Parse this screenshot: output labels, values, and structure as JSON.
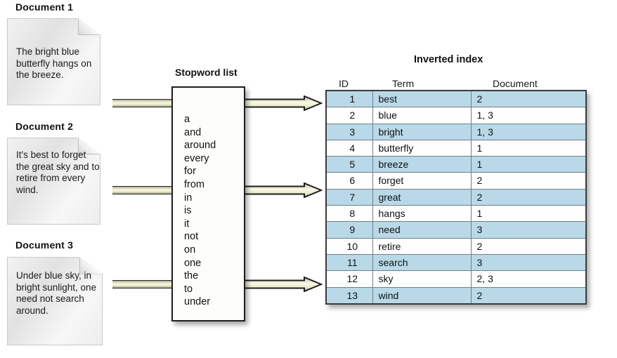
{
  "documents": [
    {
      "title": "Document 1",
      "text": "The bright blue butterfly hangs on the breeze."
    },
    {
      "title": "Document 2",
      "text": "It's best to forget the great sky and to retire from every wind."
    },
    {
      "title": "Document 3",
      "text": "Under blue sky, in bright sunlight, one need not search around."
    }
  ],
  "stopword": {
    "title": "Stopword list",
    "words": [
      "a",
      "and",
      "around",
      "every",
      "for",
      "from",
      "in",
      "is",
      "it",
      "not",
      "on",
      "one",
      "the",
      "to",
      "under"
    ]
  },
  "inverted_index": {
    "title": "Inverted index",
    "headers": [
      "ID",
      "Term",
      "Document"
    ],
    "rows": [
      {
        "id": "1",
        "term": "best",
        "document": "2"
      },
      {
        "id": "2",
        "term": "blue",
        "document": "1, 3"
      },
      {
        "id": "3",
        "term": "bright",
        "document": "1, 3"
      },
      {
        "id": "4",
        "term": "butterfly",
        "document": "1"
      },
      {
        "id": "5",
        "term": "breeze",
        "document": "1"
      },
      {
        "id": "6",
        "term": "forget",
        "document": "2"
      },
      {
        "id": "7",
        "term": "great",
        "document": "2"
      },
      {
        "id": "8",
        "term": "hangs",
        "document": "1"
      },
      {
        "id": "9",
        "term": "need",
        "document": "3"
      },
      {
        "id": "10",
        "term": "retire",
        "document": "2"
      },
      {
        "id": "11",
        "term": "search",
        "document": "3"
      },
      {
        "id": "12",
        "term": "sky",
        "document": "2, 3"
      },
      {
        "id": "13",
        "term": "wind",
        "document": "2"
      }
    ]
  },
  "colors": {
    "row_highlight": "#b9d9e8",
    "arrow_fill": "#ecedcd",
    "arrow_outline": "#1e1e1e",
    "table_border": "#3a3a3a",
    "text": "#111111"
  }
}
